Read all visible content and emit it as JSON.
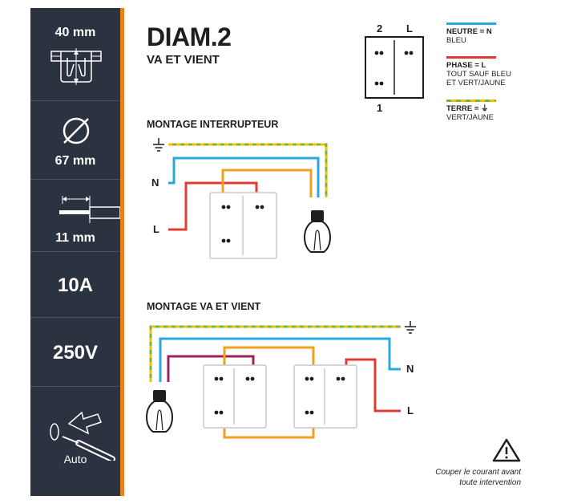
{
  "sidebar": {
    "specs": [
      {
        "value": "40 mm",
        "icon": "box-depth-icon"
      },
      {
        "value": "67 mm",
        "icon": "diameter-icon"
      },
      {
        "value": "11 mm",
        "icon": "wire-strip-icon"
      },
      {
        "value": "10A"
      },
      {
        "value": "250V"
      },
      {
        "value": "Auto",
        "icon": "auto-terminal-icon"
      }
    ]
  },
  "header": {
    "title": "DIAM.2",
    "subtitle": "VA ET VIENT"
  },
  "terminal_diagram": {
    "label_top_left": "2",
    "label_top_right": "L",
    "label_bottom": "1"
  },
  "legend": [
    {
      "title": "NEUTRE = N",
      "desc": "BLEU",
      "color": "#29a8e0"
    },
    {
      "title": "PHASE = L",
      "desc": "TOUT SAUF BLEU\nET VERT/JAUNE",
      "color": "#e03c31"
    },
    {
      "title": "TERRE = ⏚",
      "desc": "VERT/JAUNE",
      "color": "#f2c200"
    }
  ],
  "colors": {
    "neutral": "#29a8e0",
    "phase": "#e03c31",
    "earth_green": "#7fb241",
    "earth_yellow": "#f2c200",
    "traveler": "#f0a020",
    "return": "#a0205a",
    "sidebar_bg": "#2b3240",
    "accent": "#e8811c"
  },
  "section1": {
    "title": "MONTAGE INTERRUPTEUR",
    "label_n": "N",
    "label_l": "L"
  },
  "section2": {
    "title": "MONTAGE VA ET VIENT",
    "label_n": "N",
    "label_l": "L"
  },
  "warning": {
    "text": "Couper le courant avant toute intervention"
  }
}
